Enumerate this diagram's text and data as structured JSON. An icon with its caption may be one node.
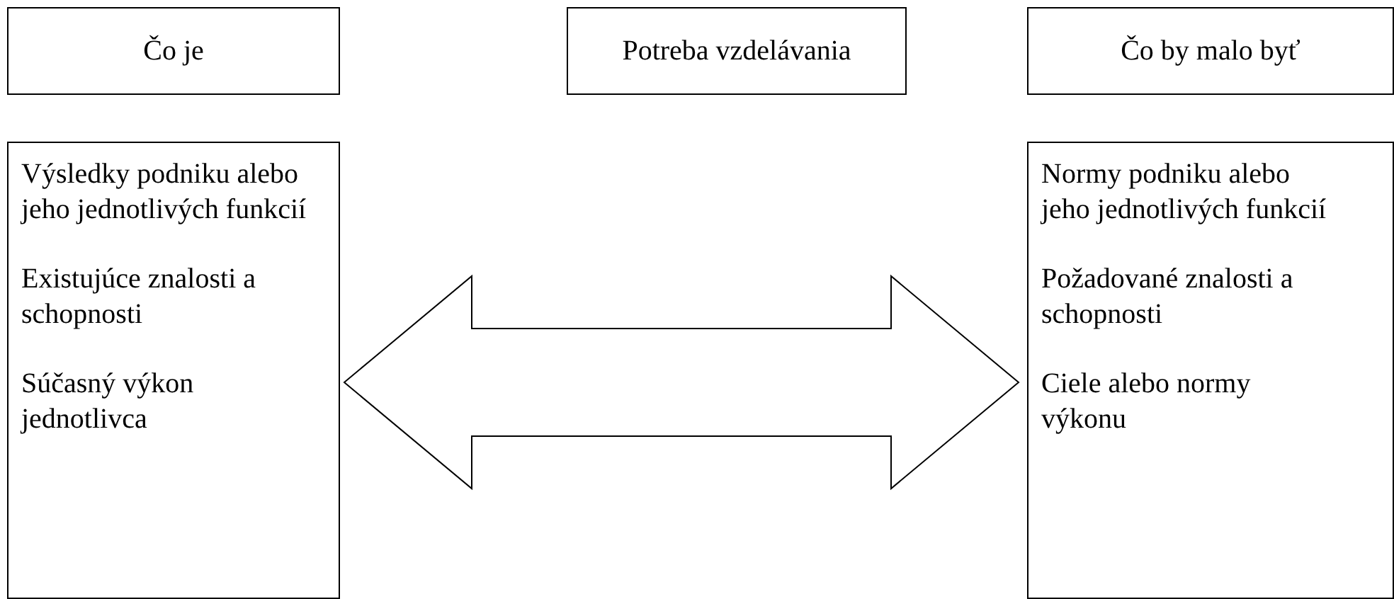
{
  "diagram": {
    "nodes": [
      {
        "text": [
          "Čo je"
        ]
      },
      {
        "text": [
          "Potreba vzdelávania"
        ]
      },
      {
        "text": [
          "Čo by malo byť"
        ]
      },
      {
        "text": [
          "Výsledky podniku alebo jeho jednotlivých funkcií",
          "Existujúce znalosti a schopnosti",
          "Súčasný výkon jednotlivca"
        ]
      },
      {
        "text": [
          "Normy podniku alebo jeho jednotlivých funkcií",
          "Požadované znalosti a schopnosti",
          "Ciele alebo normy výkonu"
        ]
      }
    ],
    "edges": [
      {
        "from": 3,
        "to": 4,
        "arrow": "both"
      }
    ]
  }
}
